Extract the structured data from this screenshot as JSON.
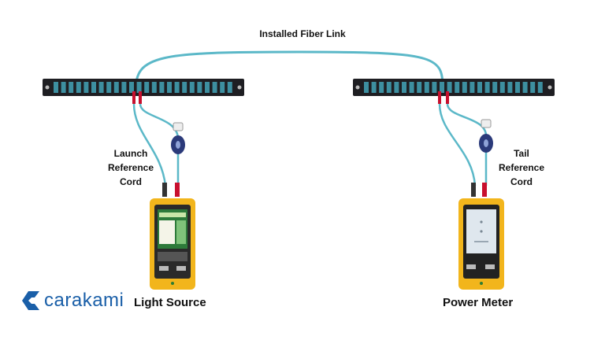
{
  "diagram": {
    "title": "Installed Fiber Link",
    "launch_label": [
      "Launch",
      "Reference",
      "Cord"
    ],
    "tail_label": [
      "Tail",
      "Reference",
      "Cord"
    ],
    "light_source_label": "Light Source",
    "power_meter_label": "Power Meter"
  },
  "watermark": {
    "text": "carakami",
    "brand_color": "#1a5fa8"
  },
  "colors": {
    "fiber": "#5bb8c8",
    "panel": "#1e1e22",
    "port": "#3d8fa0",
    "device_body": "#f2b51c",
    "connector_red": "#c8102e"
  }
}
